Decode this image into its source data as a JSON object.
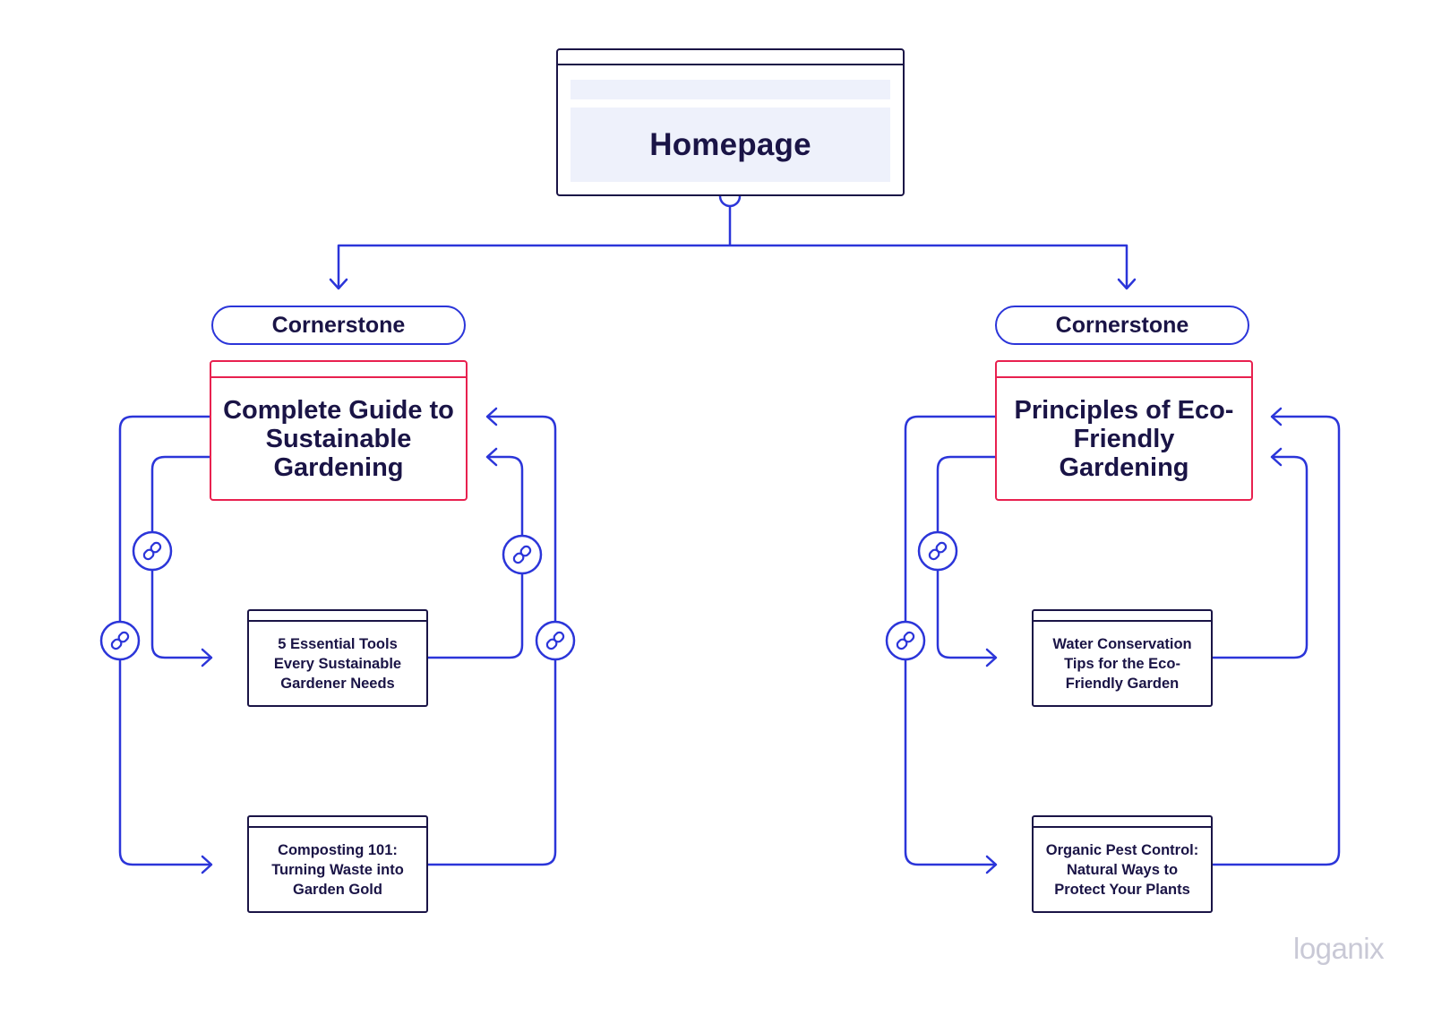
{
  "homepage": {
    "title": "Homepage"
  },
  "branches": [
    {
      "label": "Cornerstone",
      "cornerstone_title": "Complete Guide to Sustainable Gardening",
      "children": [
        "5 Essential Tools Every Sustainable Gardener Needs",
        "Composting 101: Turning Waste into Garden Gold"
      ]
    },
    {
      "label": "Cornerstone",
      "cornerstone_title": "Principles of Eco-Friendly Gardening",
      "children": [
        "Water Conservation Tips for the Eco-Friendly Garden",
        "Organic Pest Control: Natural Ways to Protect Your Plants"
      ]
    }
  ],
  "brand": "loganix",
  "colors": {
    "navy": "#1a1446",
    "blue": "#2b35d9",
    "red": "#e8214f",
    "panel": "#eef1fb",
    "logo": "#c9c9d6"
  },
  "icons": {
    "connector": "link-icon"
  }
}
